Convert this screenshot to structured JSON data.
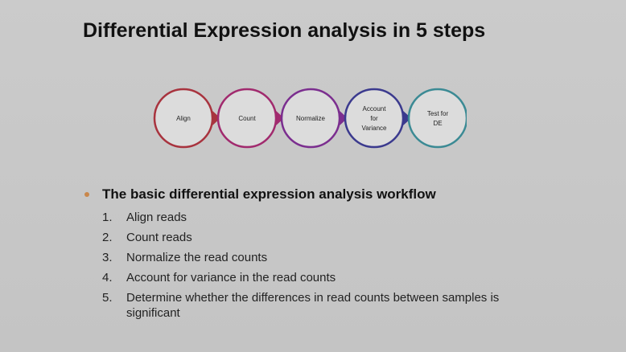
{
  "slide": {
    "title": "Differential Expression analysis in 5 steps",
    "diagram": {
      "nodes": [
        {
          "label": "Align",
          "color": "#a8333e"
        },
        {
          "label": "Count",
          "color": "#a12a6e"
        },
        {
          "label": "Normalize",
          "color": "#7b2e8f"
        },
        {
          "label": "Account\nfor\nVariance",
          "color": "#3b3a8e"
        },
        {
          "label": "Test for\nDE",
          "color": "#3b8a94"
        }
      ]
    },
    "bullet": {
      "text": "The basic differential expression analysis workflow",
      "color": "#c9874b"
    },
    "steps": [
      {
        "num": "1.",
        "text": "Align reads"
      },
      {
        "num": "2.",
        "text": "Count reads"
      },
      {
        "num": "3.",
        "text": "Normalize the read counts"
      },
      {
        "num": "4.",
        "text": "Account for variance in the read counts"
      },
      {
        "num": "5.",
        "text": "Determine whether the differences in read counts between samples is significant"
      }
    ]
  }
}
